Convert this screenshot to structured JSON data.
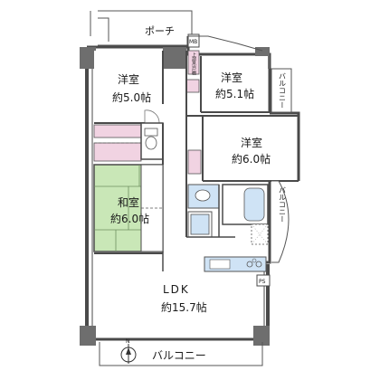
{
  "floorplan": {
    "porch_label": "ポーチ",
    "mb_label": "MB",
    "ps_label": "PS",
    "north_label": "N",
    "balcony_bottom": "バルコニー",
    "balcony_right_top": "バルコニー",
    "balcony_right_mid": "バルコニー",
    "vertical_storage_label": "上部吊戸棚",
    "rooms": [
      {
        "name": "洋室",
        "size": "約5.0帖"
      },
      {
        "name": "洋室",
        "size": "約5.1帖"
      },
      {
        "name": "洋室",
        "size": "約6.0帖"
      },
      {
        "name": "和室",
        "size": "約6.0帖"
      },
      {
        "name": "LDK",
        "size": "約15.7帖"
      }
    ],
    "colors": {
      "wall": "#4a4a4a",
      "pillar": "#6e6e6e",
      "tatami": "#c9e7b7",
      "closet": "#f1d3e2",
      "wet": "#cfe3f5",
      "floor": "#ffffff",
      "line": "#555555"
    }
  }
}
